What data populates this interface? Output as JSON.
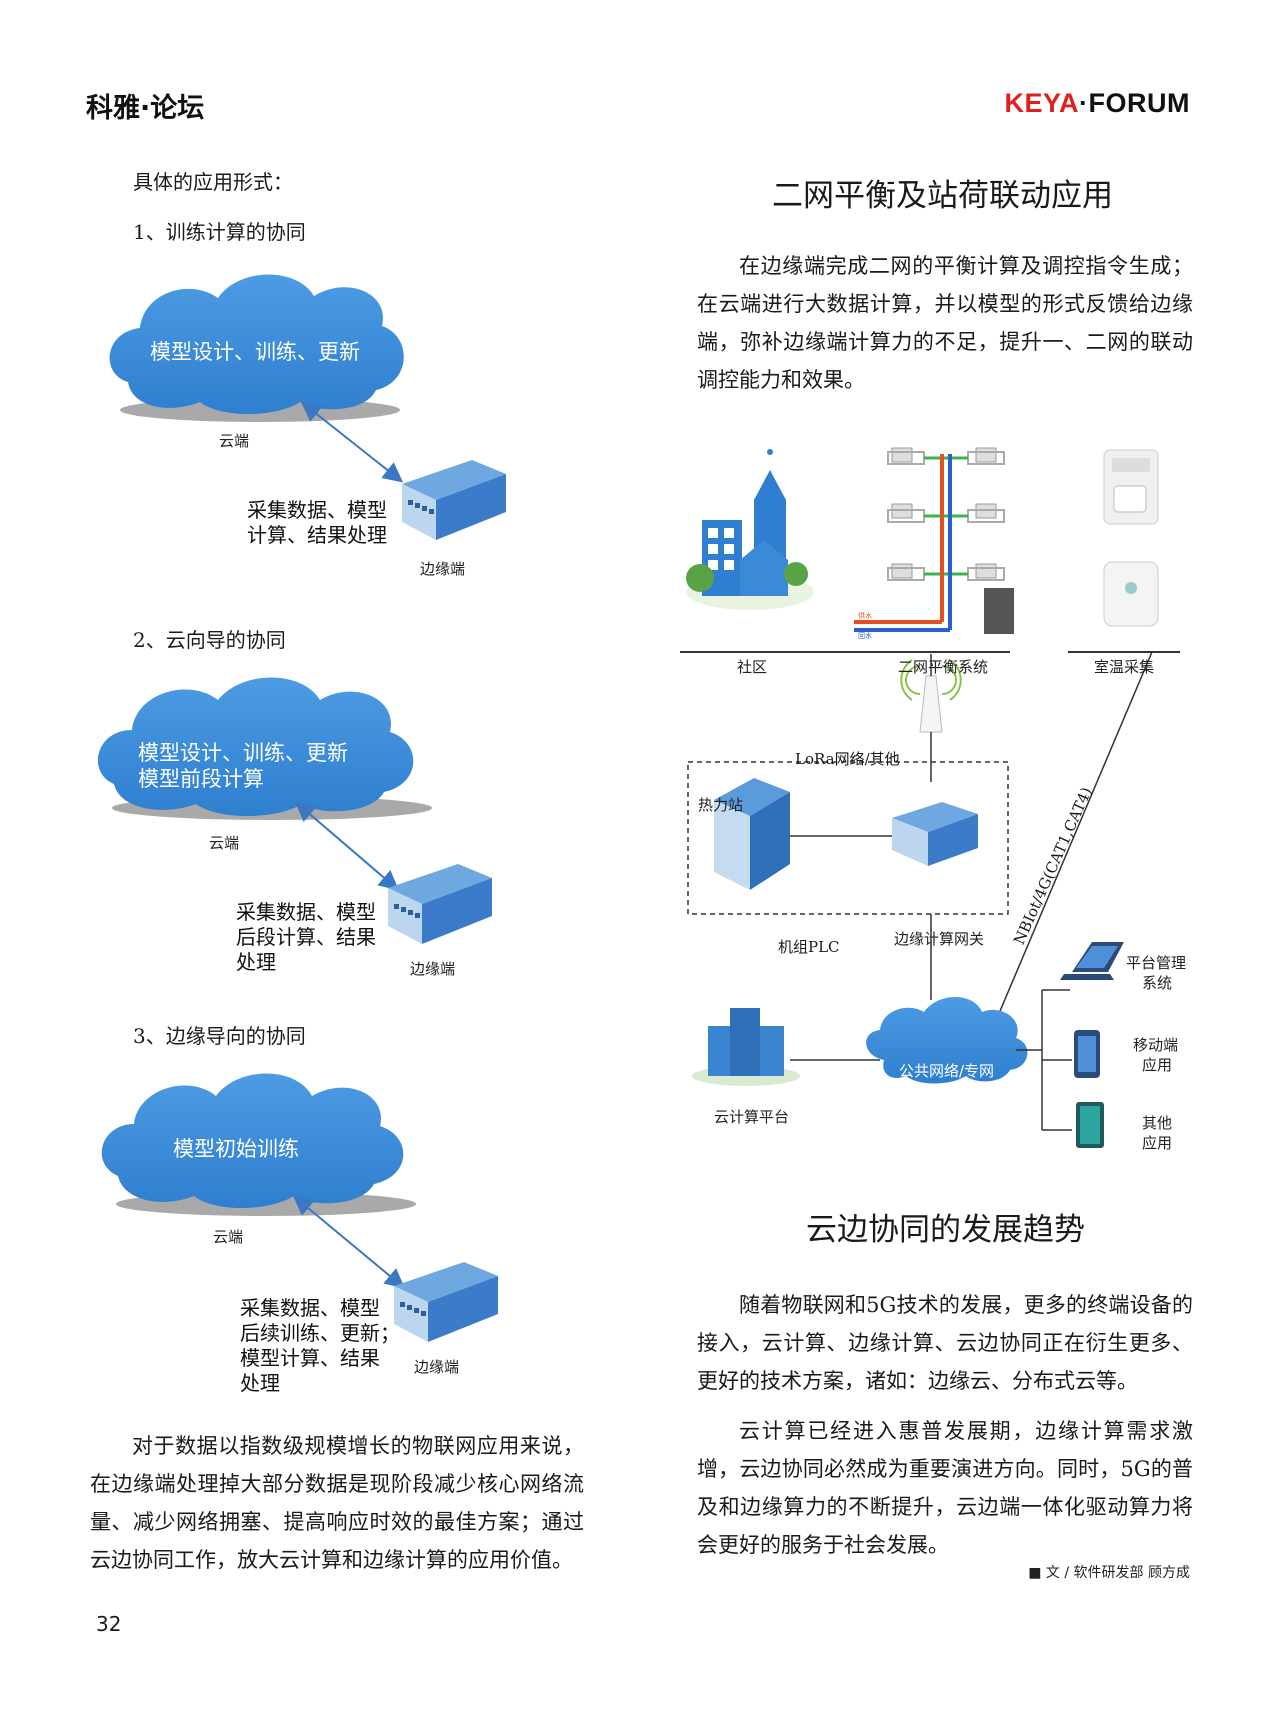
{
  "header": {
    "left": "科雅·论坛",
    "brand": "KEYA",
    "forum": "·FORUM"
  },
  "left": {
    "intro": "具体的应用形式：",
    "sec1": {
      "title": "1、训练计算的协同",
      "cloud": "模型设计、训练、更新",
      "cloud_label": "云端",
      "note1": "采集数据、模型",
      "note2": "计算、结果处理",
      "edge_label": "边缘端"
    },
    "sec2": {
      "title": "2、云向导的协同",
      "cloud1": "模型设计、训练、更新",
      "cloud2": "模型前段计算",
      "cloud_label": "云端",
      "note1": "采集数据、模型",
      "note2": "后段计算、结果",
      "note3": "处理",
      "edge_label": "边缘端"
    },
    "sec3": {
      "title": "3、边缘导向的协同",
      "cloud": "模型初始训练",
      "cloud_label": "云端",
      "note1": "采集数据、模型",
      "note2": "后续训练、更新；",
      "note3": "模型计算、结果",
      "note4": "处理",
      "edge_label": "边缘端"
    },
    "paragraph": "对于数据以指数级规模增长的物联网应用来说，在边缘端处理掉大部分数据是现阶段减少核心网络流量、减少网络拥塞、提高响应时效的最佳方案；通过云边协同工作，放大云计算和边缘计算的应用价值。"
  },
  "right": {
    "heading1": "二网平衡及站荷联动应用",
    "para1": "在边缘端完成二网的平衡计算及调控指令生成；在云端进行大数据计算，并以模型的形式反馈给边缘端，弥补边缘端计算力的不足，提升一、二网的联动调控能力和效果。",
    "diagram": {
      "community": "社区",
      "balance": "二网平衡系统",
      "room": "室温采集",
      "supply": "供水",
      "return": "回水",
      "lora": "LoRa网络/其他",
      "station": "热力站",
      "plc": "机组PLC",
      "gateway": "边缘计算网关",
      "nbiot": "NBIot/4G(CAT1,CAT4)",
      "public": "公共网络/专网",
      "cloud_platform": "云计算平台",
      "platform_mgmt1": "平台管理",
      "platform_mgmt2": "系统",
      "mobile1": "移动端",
      "mobile2": "应用",
      "other1": "其他",
      "other2": "应用"
    },
    "heading2": "云边协同的发展趋势",
    "para2": "随着物联网和5G技术的发展，更多的终端设备的接入，云计算、边缘计算、云边协同正在衍生更多、更好的技术方案，诸如：边缘云、分布式云等。",
    "para3": "云计算已经进入惠普发展期，边缘计算需求激增，云边协同必然成为重要演进方向。同时，5G的普及和边缘算力的不断提升，云边端一体化驱动算力将会更好的服务于社会发展。",
    "byline": "■ 文 / 软件研发部 顾方成"
  },
  "page_number": "32",
  "colors": {
    "brand_red": "#e0201e",
    "cloud_blue": "#3f8fdc",
    "device_blue": "#3a7cc9"
  }
}
